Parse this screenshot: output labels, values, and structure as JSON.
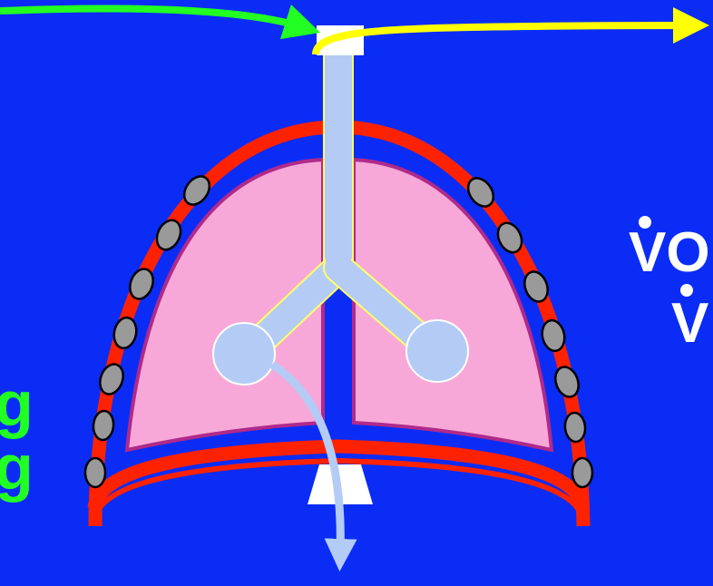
{
  "labels": {
    "left_top": "g",
    "left_bottom": "g",
    "right_top": "VO",
    "right_bottom": "V"
  },
  "colors": {
    "background": "#0b2cf5",
    "inflow_arrow": "#22ff22",
    "outflow_arrow": "#ffff00",
    "chest_wall": "#ff2200",
    "lung_fill": "#f7a8d8",
    "lung_outline": "#b02a8a",
    "airway": "#b4ccf5",
    "rib": "#9a9a9a",
    "label_text": "#ffffff"
  },
  "icons": {
    "inflow": "green-arrow-in-icon",
    "outflow": "yellow-arrow-out-icon",
    "downflow": "light-blue-arrow-down-icon"
  }
}
